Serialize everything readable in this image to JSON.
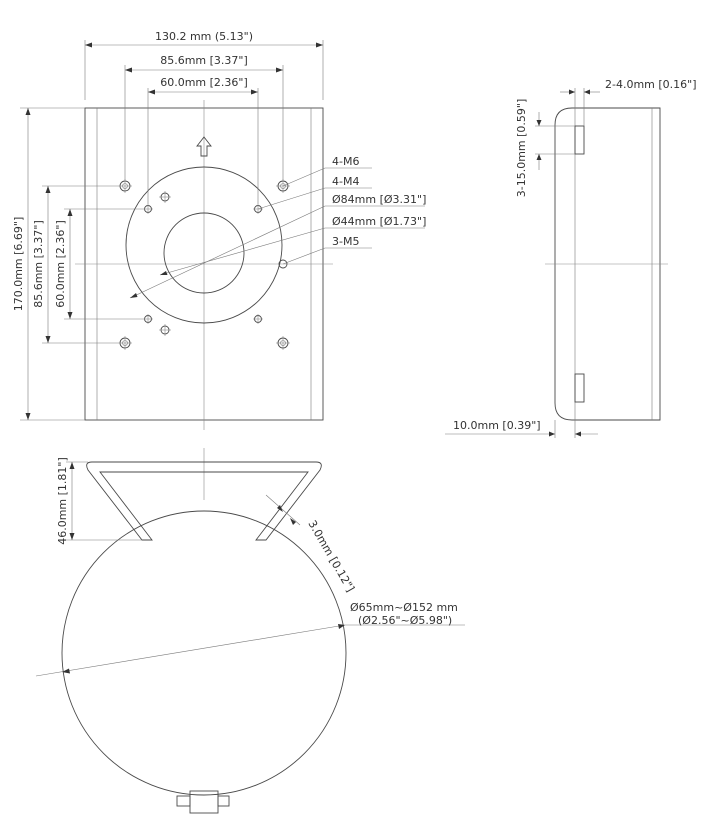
{
  "labels": {
    "width_overall": "130.2 mm (5.13\")",
    "width_856": "85.6mm [3.37\"]",
    "width_600": "60.0mm [2.36\"]",
    "height_overall": "170.0mm [6.69\"]",
    "height_856": "85.6mm [3.37\"]",
    "height_600": "60.0mm [2.36\"]",
    "hole_m6": "4-M6",
    "hole_m4": "4-M4",
    "dia_84": "Ø84mm [Ø3.31\"]",
    "dia_44": "Ø44mm [Ø1.73\"]",
    "hole_m5": "3-M5",
    "side_top": "2-4.0mm [0.16\"]",
    "side_slot": "3-15.0mm [0.59\"]",
    "side_bottom": "10.0mm [0.39\"]",
    "clamp_height": "46.0mm [1.81\"]",
    "clamp_thickness": "3.0mm [0.12\"]",
    "clamp_range_mm": "Ø65mm~Ø152 mm",
    "clamp_range_in": "(Ø2.56\"~Ø5.98\")"
  },
  "colors": {
    "line": "#5a5a5a",
    "text": "#333333",
    "background": "#ffffff"
  },
  "icons": {
    "direction": "up-arrow-icon"
  }
}
